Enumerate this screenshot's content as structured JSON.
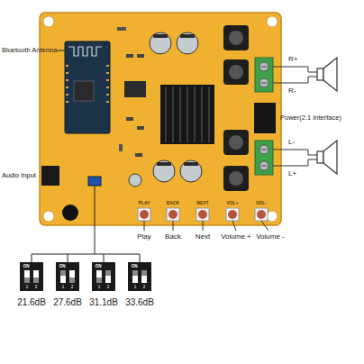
{
  "diagram": {
    "labels": [
      "Bluetooth Antenna",
      "Audio Input",
      "R+",
      "R-",
      "Power(2.1 Interface)",
      "L-",
      "L+",
      "PLAY",
      "BACK",
      "NEXT",
      "VOL+",
      "VOL-",
      "Play",
      "Back",
      "Next",
      "Volume +",
      "Volume -",
      "ON",
      "1",
      "2",
      "ON",
      "1",
      "2",
      "ON",
      "1",
      "2",
      "ON",
      "1",
      "2",
      "21.6dB",
      "27.6dB",
      "31.1dB",
      "33.6dB"
    ]
  }
}
